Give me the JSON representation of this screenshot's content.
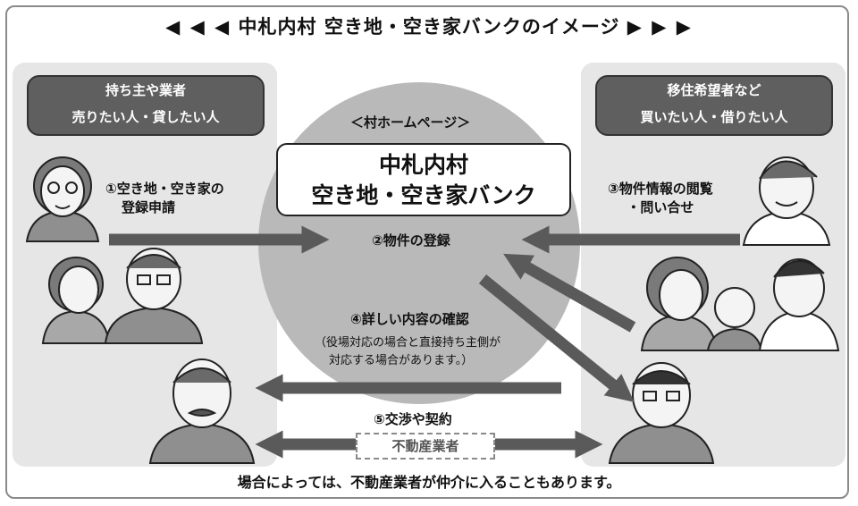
{
  "title": {
    "left_arrows": "◀ ◀ ◀",
    "text": "中札内村 空き地・空き家バンクのイメージ",
    "right_arrows": "▶ ▶ ▶"
  },
  "seller": {
    "line1": "持ち主や業者",
    "line2": "売りたい人・貸したい人"
  },
  "buyer": {
    "line1": "移住希望者など",
    "line2": "買いたい人・借りたい人"
  },
  "homepage_label": "＜村ホームページ＞",
  "bank": {
    "line1": "中札内村",
    "line2": "空き地・空き家バンク"
  },
  "steps": {
    "step1_line1": "①空き地・空き家の",
    "step1_line2": "登録申請",
    "step2": "②物件の登録",
    "step3_line1": "③物件情報の閲覧",
    "step3_line2": "・問い合せ",
    "step4": "④詳しい内容の確認",
    "step4_note1": "（役場対応の場合と直接持ち主側が",
    "step4_note2": "対応する場合があります。）",
    "step5": "⑤交渉や契約"
  },
  "dealer_label": "不動産業者",
  "footer": "場合によっては、不動産業者が仲介に入ることもあります。",
  "colors": {
    "panel": "#e6e6e6",
    "circle": "#b9b9b9",
    "label_box": "#5f5f5f",
    "arrow": "#5a5a5a"
  }
}
